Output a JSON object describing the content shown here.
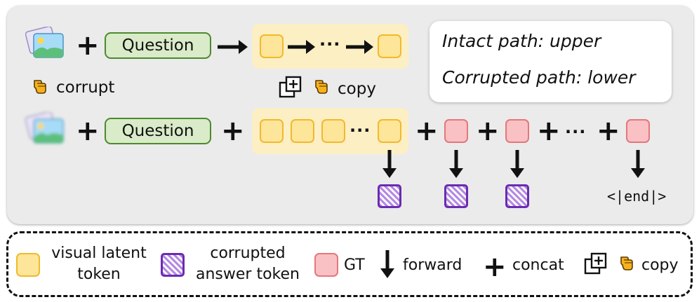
{
  "top_row": {
    "question_label": "Question",
    "corrupt_label": "corrupt",
    "copy_label": "copy"
  },
  "bottom_row": {
    "question_label": "Question",
    "end_label": "<|end|>"
  },
  "info_box": {
    "line1": "Intact path: upper",
    "line2": "Corrupted path: lower"
  },
  "legend": {
    "visual_latent": "visual latent token",
    "corrupted_answer": "corrupted answer token",
    "gt": "GT",
    "forward": "forward",
    "concat": "concat",
    "copy": "copy"
  },
  "colors": {
    "latent_fill": "#fde59a",
    "latent_border": "#f2b92b",
    "gt_fill": "#f9c1c3",
    "gt_border": "#e5777c",
    "corrupted_border": "#6a2bb1",
    "question_fill": "#d9ebc8",
    "question_border": "#4c8a2e",
    "panel_bg": "#ebebeb",
    "highlight_bg": "#fcefc4"
  },
  "icons": [
    "image-icon",
    "blurred-image-icon",
    "pointing-hand-icon",
    "copy-icon",
    "plus-icon",
    "arrow-right-icon",
    "arrow-down-icon"
  ]
}
